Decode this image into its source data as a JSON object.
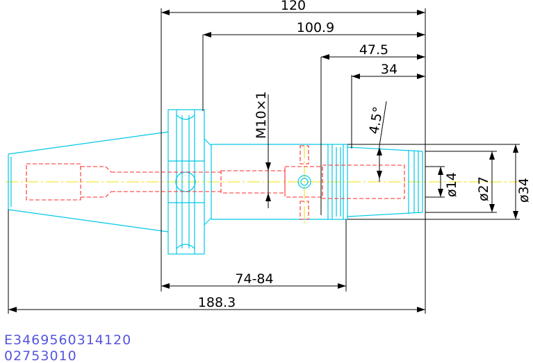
{
  "dimensions": {
    "d120": "120",
    "d100_9": "100.9",
    "d47_5": "47.5",
    "d34": "34",
    "d74_84": "74-84",
    "d188_3": "188.3",
    "thread": "M10×1",
    "angle": "4.5°",
    "dia14": "ø14",
    "dia27": "ø27",
    "dia34": "ø34"
  },
  "part": {
    "code_line1": "E3469560314120",
    "code_line2": "02753010"
  },
  "colors": {
    "body": "#00c8e6",
    "hidden": "#ff2a2a",
    "centerline": "#f0e000",
    "dimension": "#000000",
    "part_code": "#5555dd"
  }
}
